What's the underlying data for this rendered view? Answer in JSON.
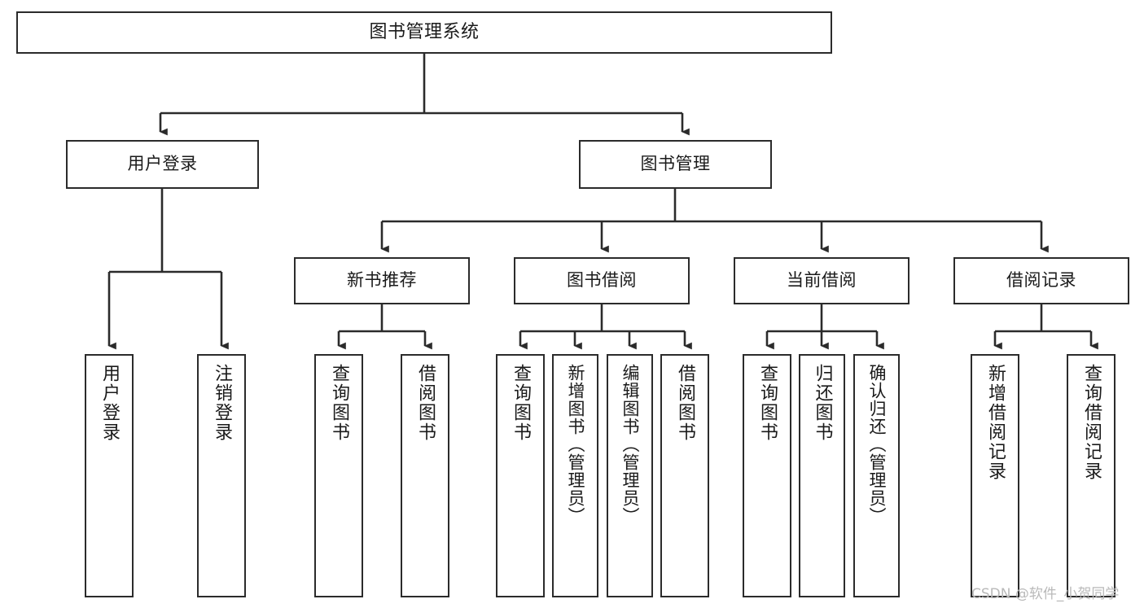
{
  "diagram": {
    "title": "图书管理系统",
    "type": "tree-hierarchy-diagram",
    "orientation": "top-down",
    "style": {
      "box_border_color": "#2b2b2b",
      "box_fill_color": "#ffffff",
      "line_color": "#2b2b2b",
      "text_color": "#1a1a1a",
      "background": "#ffffff"
    },
    "root": {
      "label": "图书管理系统"
    },
    "level2": [
      {
        "label": "用户登录"
      },
      {
        "label": "图书管理"
      }
    ],
    "level3": [
      {
        "label": "新书推荐"
      },
      {
        "label": "图书借阅"
      },
      {
        "label": "当前借阅"
      },
      {
        "label": "借阅记录"
      }
    ],
    "leaves": {
      "user_login": [
        {
          "label": "用户登录"
        },
        {
          "label": "注销登录"
        }
      ],
      "new_book_recommend": [
        {
          "label": "查询图书"
        },
        {
          "label": "借阅图书"
        }
      ],
      "book_borrow": [
        {
          "label": "查询图书"
        },
        {
          "label": "新增图书（管理员）"
        },
        {
          "label": "编辑图书（管理员）"
        },
        {
          "label": "借阅图书"
        }
      ],
      "current_borrow": [
        {
          "label": "查询图书"
        },
        {
          "label": "归还图书"
        },
        {
          "label": "确认归还（管理员）"
        }
      ],
      "borrow_record": [
        {
          "label": "新增借阅记录"
        },
        {
          "label": "查询借阅记录"
        }
      ]
    }
  },
  "watermark": {
    "text": "CSDN @软件_小贺同学"
  }
}
